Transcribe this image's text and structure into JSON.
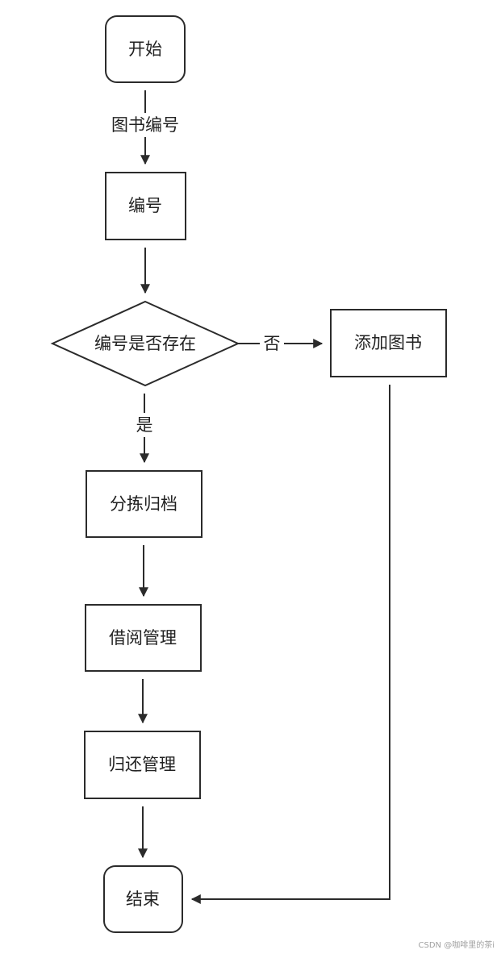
{
  "nodes": {
    "start": "开始",
    "number": "编号",
    "exists_check": "编号是否存在",
    "add_book": "添加图书",
    "sort_archive": "分拣归档",
    "borrow_manage": "借阅管理",
    "return_manage": "归还管理",
    "end": "结束"
  },
  "edges": {
    "book_number": "图书编号",
    "no": "否",
    "yes": "是"
  },
  "watermark": "CSDN @咖啡里的茶i"
}
